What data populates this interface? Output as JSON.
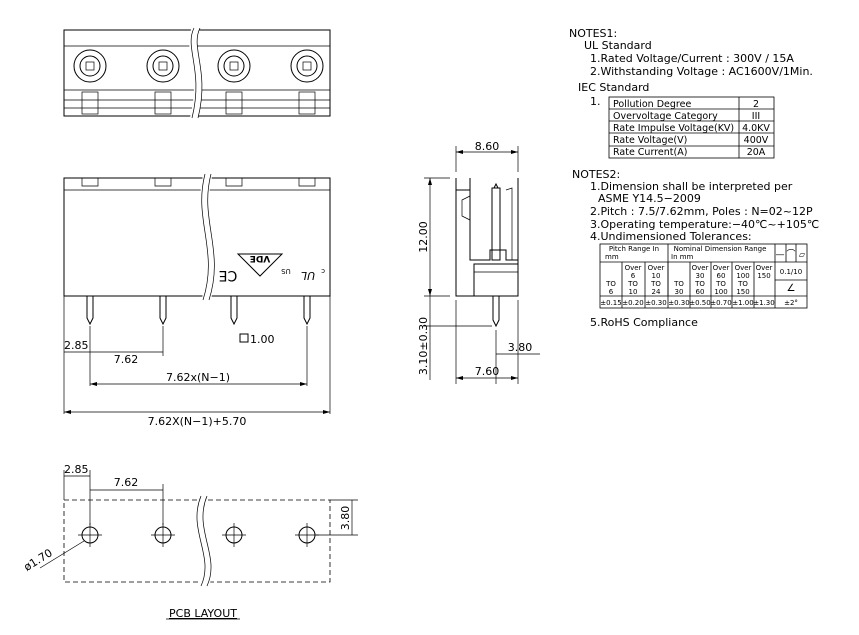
{
  "dimensions": {
    "pitch_top": "2.85",
    "pitch": "7.62",
    "hole": "1.00",
    "span": "7.62x(N−1)",
    "overall": "7.62X(N−1)+5.70",
    "width_top": "8.60",
    "height": "12.00",
    "pin_len": "3.10±0.30",
    "pin_off": "3.80",
    "base_w": "7.60",
    "pcb_pitch_top": "2.85",
    "pcb_pitch": "7.62",
    "pcb_row": "3.80",
    "pcb_hole": "ø1.70",
    "pcb_label": "PCB LAYOUT"
  },
  "marks": {
    "vde": "VDE",
    "ce": "CE",
    "us": "US",
    "c": "c"
  },
  "notes1": {
    "heading": "NOTES1:",
    "ul_heading": "UL Standard",
    "ul_line1": "1.Rated Voltage/Current : 300V / 15A",
    "ul_line2": "2.Withstanding Voltage : AC1600V/1Min.",
    "iec_heading": "IEC Standard",
    "iec_index": "1.",
    "iec_rows": [
      {
        "label": "Pollution Degree",
        "value": "2"
      },
      {
        "label": "Overvoltage Category",
        "value": "III"
      },
      {
        "label": "Rate Impulse Voltage(KV)",
        "value": "4.0KV"
      },
      {
        "label": "Rate Voltage(V)",
        "value": "400V"
      },
      {
        "label": "Rate Current(A)",
        "value": "20A"
      }
    ]
  },
  "notes2": {
    "heading": "NOTES2:",
    "line1": "1.Dimension shall be interpreted per",
    "line1b": "ASME Y14.5−2009",
    "line2": "2.Pitch : 7.5/7.62mm, Poles : N=02~12P",
    "line3": "3.Operating temperature:−40℃~+105℃",
    "line4": "4.Undimensioned Tolerances:",
    "line5": "5.RoHS Compliance",
    "tol": {
      "h_pitch_1": "Pitch Range In",
      "h_pitch_2": "mm",
      "h_nom_1": "Nominal Dimension Range",
      "h_nom_2": "In mm",
      "sym_flat": "—",
      "sym_arc": "⌒",
      "sym_par": "▱",
      "flat_val": "0.1/10",
      "angle_sym": "∠",
      "angle_val": "±2°",
      "cols": [
        {
          "a": "TO",
          "b": "6",
          "c": "",
          "t": "±0.15"
        },
        {
          "a": "Over",
          "b": "6",
          "c": "TO",
          "d": "10",
          "t": "±0.20"
        },
        {
          "a": "Over",
          "b": "10",
          "c": "TO",
          "d": "24",
          "t": "±0.30"
        },
        {
          "a": "TO",
          "b": "30",
          "c": "",
          "t": "±0.30"
        },
        {
          "a": "Over",
          "b": "30",
          "c": "TO",
          "d": "60",
          "t": "±0.50"
        },
        {
          "a": "Over",
          "b": "60",
          "c": "TO",
          "d": "100",
          "t": "±0.70"
        },
        {
          "a": "Over",
          "b": "100",
          "c": "TO",
          "d": "150",
          "t": "±1.00"
        },
        {
          "a": "Over",
          "b": "150",
          "c": "",
          "t": "±1.30"
        }
      ]
    }
  }
}
